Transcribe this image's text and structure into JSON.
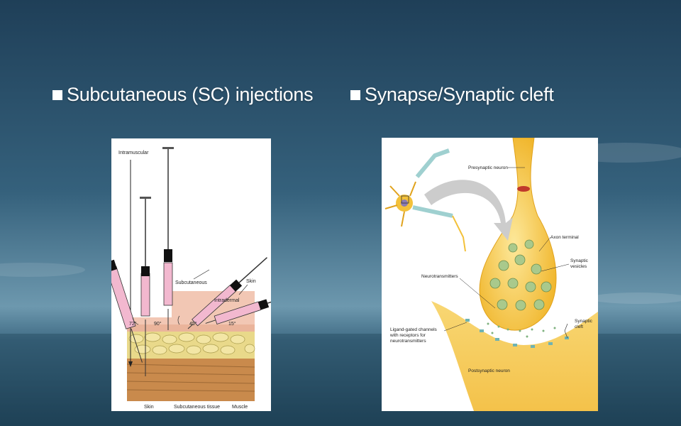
{
  "slide": {
    "bullets": [
      {
        "label": "Subcutaneous (SC) injections"
      },
      {
        "label": "Synapse/Synaptic cleft"
      }
    ]
  },
  "injection_figure": {
    "labels": {
      "intramuscular": "Intramuscular",
      "subcutaneous": "Subcutaneous",
      "intradermal": "Intradermal",
      "skin_top": "Skin",
      "skin_bottom": "Skin",
      "subcutaneous_tissue": "Subcutaneous tissue",
      "muscle": "Muscle",
      "angle_72": "72°",
      "angle_90": "90°",
      "angle_45": "45°",
      "angle_15": "15°"
    }
  },
  "synapse_figure": {
    "labels": {
      "presynaptic": "Presynaptic neuron",
      "axon_terminal": "Axon terminal",
      "synaptic_vesicles_1": "Synaptic",
      "synaptic_vesicles_2": "vesicles",
      "neurotransmitters": "Neurotransmitters",
      "ligand_1": "Ligand-gated channels",
      "ligand_2": "with receptors for",
      "ligand_3": "neurotransmitters",
      "cleft_1": "Synaptic",
      "cleft_2": "cleft",
      "postsynaptic": "Postsynaptic neuron"
    }
  },
  "colors": {
    "syringe_barrel": "#f2b8cf",
    "plunger": "#111111",
    "skin": "#f2c7b4",
    "fat": "#e9d98a",
    "muscle": "#c98a4c",
    "neuron": "#f3c13a",
    "vesicle": "#a9c98c",
    "receptor": "#6fb3b3"
  }
}
